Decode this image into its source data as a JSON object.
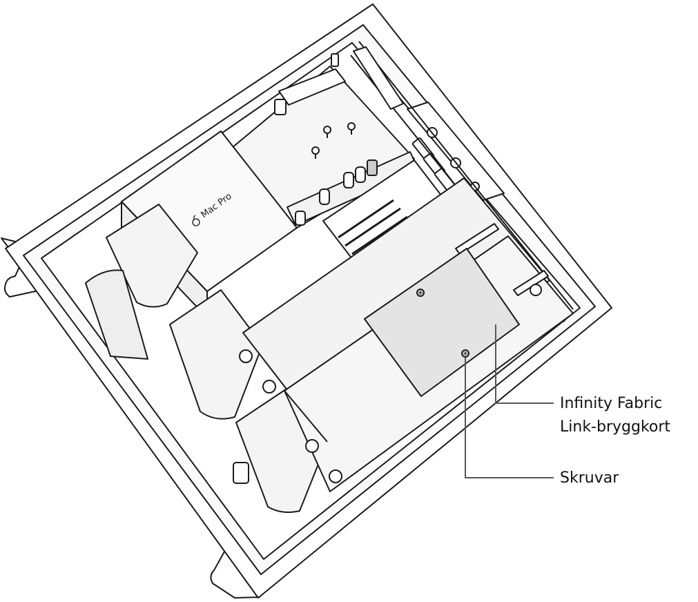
{
  "illustration": {
    "brand_text": "Mac Pro",
    "colors": {
      "line": "#1a1a1a",
      "chassis_fill": "#ffffff",
      "panel_fill": "#f3f3f3",
      "bridge_fill": "#e4e4e4",
      "callout_line": "#555555"
    }
  },
  "callouts": [
    {
      "lines": [
        "Infinity Fabric",
        "Link-bryggkort"
      ]
    },
    {
      "lines": [
        "Skruvar"
      ]
    }
  ]
}
